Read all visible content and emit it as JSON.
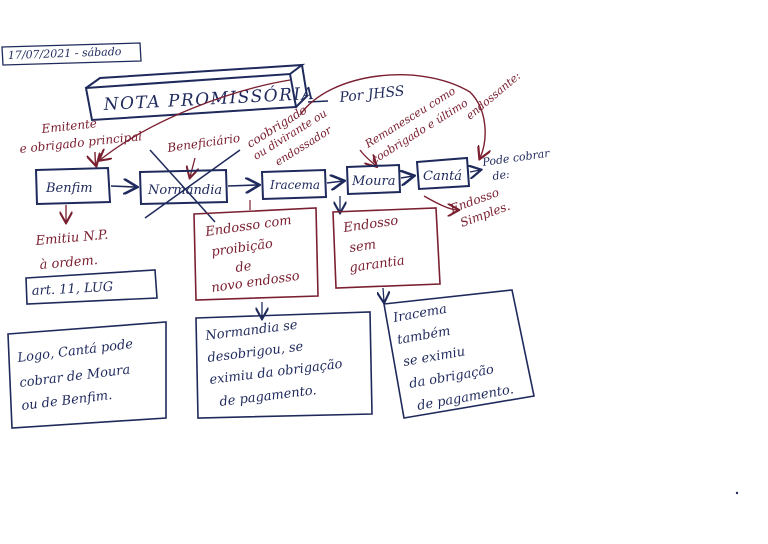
{
  "colors": {
    "ink_blue": "#1f2a5c",
    "ink_red": "#7a2030",
    "paper": "#ffffff"
  },
  "header": {
    "date": "17/07/2021 - sábado",
    "title": "NOTA PROMISSÓRIA",
    "author": "Por JHSS"
  },
  "nodes": {
    "benfim": "Benfim",
    "normandia": "Normandia",
    "iracema": "Iracema",
    "moura": "Moura",
    "canta": "Cantá"
  },
  "notes": {
    "emitente_1": "Emitente",
    "emitente_2": "e obrigado principal",
    "beneficiario": "Beneficiário",
    "coobrigado_1": "coobrigado",
    "coobrigado_2": "ou divirante ou",
    "coobrigado_3": "endossador",
    "remanesceu_1": "Remanesceu como",
    "remanesceu_2": "coobrigado e último",
    "remanesceu_3": "endossante:",
    "pode_cobrar_1": "Pode cobrar",
    "pode_cobrar_2": "de:",
    "endosso_simples_1": "Endosso",
    "endosso_simples_2": "Simples.",
    "emitiu_1": "Emitiu N.P.",
    "emitiu_2": "à ordem.",
    "art": "art. 11, LUG"
  },
  "boxes": {
    "proibicao_1": "Endosso com",
    "proibicao_2": "proibição",
    "proibicao_3": "de",
    "proibicao_4": "novo endosso",
    "sem_garantia_1": "Endosso",
    "sem_garantia_2": "sem",
    "sem_garantia_3": "garantia",
    "logo_1": "Logo, Cantá pode",
    "logo_2": "cobrar de Moura",
    "logo_3": "ou de Benfim.",
    "normandia_1": "Normandia se",
    "normandia_2": "desobrigou, se",
    "normandia_3": "eximiu da obrigação",
    "normandia_4": "de pagamento.",
    "iracema_1": "Iracema",
    "iracema_2": "também",
    "iracema_3": "se eximiu",
    "iracema_4": "da obrigação",
    "iracema_5": "de pagamento."
  }
}
